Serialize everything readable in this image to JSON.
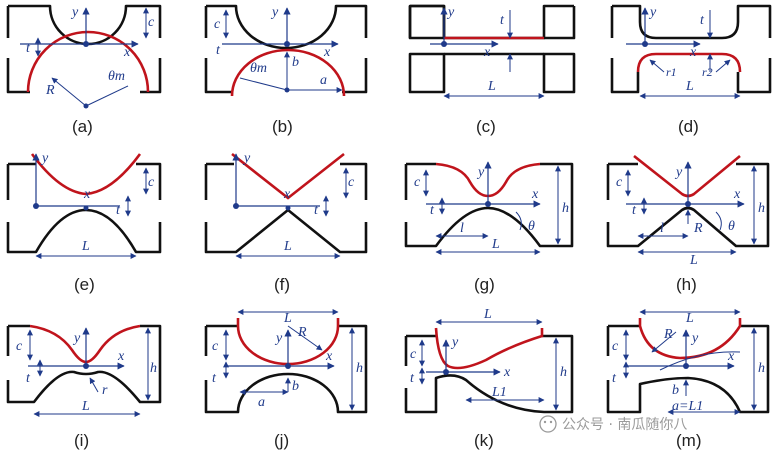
{
  "panels": [
    {
      "id": "a",
      "caption": "(a)",
      "labels": [
        "y",
        "x",
        "c",
        "t",
        "R",
        "θm"
      ]
    },
    {
      "id": "b",
      "caption": "(b)",
      "labels": [
        "y",
        "x",
        "c",
        "t",
        "θm",
        "b",
        "a"
      ]
    },
    {
      "id": "c",
      "caption": "(c)",
      "labels": [
        "y",
        "x",
        "t",
        "L"
      ]
    },
    {
      "id": "d",
      "caption": "(d)",
      "labels": [
        "y",
        "x",
        "t",
        "r1",
        "r2",
        "L"
      ]
    },
    {
      "id": "e",
      "caption": "(e)",
      "labels": [
        "y",
        "x",
        "c",
        "t",
        "L"
      ]
    },
    {
      "id": "f",
      "caption": "(f)",
      "labels": [
        "y",
        "x",
        "c",
        "t",
        "L"
      ]
    },
    {
      "id": "g",
      "caption": "(g)",
      "labels": [
        "y",
        "x",
        "c",
        "t",
        "h",
        "θ",
        "l",
        "L"
      ]
    },
    {
      "id": "h",
      "caption": "(h)",
      "labels": [
        "y",
        "x",
        "c",
        "t",
        "h",
        "R",
        "θ",
        "l",
        "L"
      ]
    },
    {
      "id": "i",
      "caption": "(i)",
      "labels": [
        "y",
        "x",
        "c",
        "t",
        "h",
        "r",
        "L"
      ]
    },
    {
      "id": "j",
      "caption": "(j)",
      "labels": [
        "L",
        "y",
        "x",
        "R",
        "c",
        "t",
        "h",
        "a",
        "b"
      ]
    },
    {
      "id": "k",
      "caption": "(k)",
      "labels": [
        "L",
        "y",
        "x",
        "c",
        "t",
        "h",
        "L1"
      ]
    },
    {
      "id": "m",
      "caption": "(m)",
      "labels": [
        "L",
        "R",
        "y",
        "x",
        "c",
        "t",
        "h",
        "b",
        "a=L1"
      ]
    }
  ],
  "watermark": "公众号 · 南瓜随你八",
  "colors": {
    "outline": "#111111",
    "profile": "#c0141c",
    "annotation": "#1f3a8a"
  }
}
